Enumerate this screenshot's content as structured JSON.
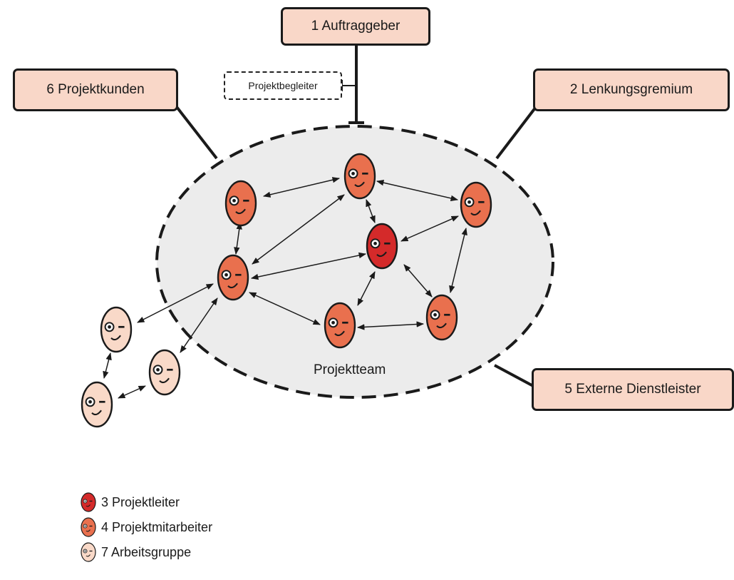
{
  "roles": {
    "auftraggeber": "1 Auftraggeber",
    "lenkungsgremium": "2 Lenkungsgremium",
    "externe_dienstleister": "5 Externe Dienstleister",
    "projektkunden": "6 Projektkunden"
  },
  "projektbegleiter": "Projektbegleiter",
  "team_label": "Projektteam",
  "legend": [
    {
      "label": "3 Projektleiter",
      "color": "#d42a2a"
    },
    {
      "label": "4 Projektmitarbeiter",
      "color": "#e9704e"
    },
    {
      "label": "7 Arbeitsgruppe",
      "color": "#f9d9c8"
    }
  ],
  "colors": {
    "role_box_fill": "#f9d7c8",
    "team_area": "#ececec",
    "projektleiter": "#d42a2a",
    "projektmitarbeiter": "#e9704e",
    "arbeitsgruppe": "#f9d9c8"
  }
}
